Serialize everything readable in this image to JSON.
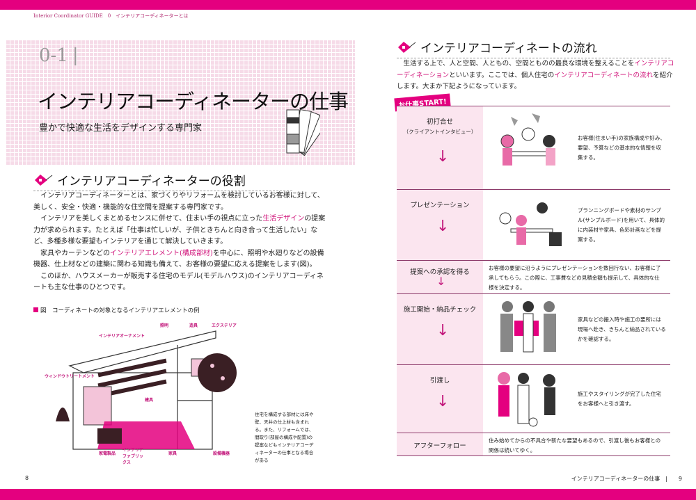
{
  "header": {
    "running_head": "Interior Coordinator GUIDE　0　インテリアコーディネーターとは"
  },
  "hero": {
    "number": "0-1",
    "divider": "|",
    "title": "インテリアコーディネーターの仕事",
    "subtitle": "豊かで快適な生活をデザインする専門家"
  },
  "left": {
    "section_title": "インテリアコーディネーターの役割",
    "paragraphs": [
      {
        "pre": "インテリアコーディネーターとは、家づくりやリフォームを検討しているお客様に対して、美しく、安全・快適・機能的な住空間を提案する専門家です。",
        "hl": "",
        "post": ""
      },
      {
        "pre": "インテリアを美しくまとめるセンスに併せて、住まい手の視点に立った",
        "hl": "生活デザイン",
        "post": "の提案力が求められます。たとえば「仕事は忙しいが、子供ときちんと向き合って生活したい」など、多種多様な要望もインテリアを通じて解決していきます。"
      },
      {
        "pre": "家具やカーテンなどの",
        "hl": "インテリアエレメント(構成部材)",
        "post": "を中心に、照明や水廻りなどの設備機器、仕上材などの建築に関わる知識も備えて、お客様の要望に応える提案をします(図)。"
      },
      {
        "pre": "このほか、ハウスメーカーが販売する住宅のモデル(モデルハウス)のインテリアコーディネートも主な仕事のひとつです。",
        "hl": "",
        "post": ""
      }
    ],
    "figure_caption": "図　コーディネートの対象となるインテリアエレメントの例",
    "figure_labels": {
      "lighting": "照明",
      "fixture": "造具",
      "exterior": "エクステリア",
      "ornament": "インテリアオーナメント",
      "window": "ウィンドウトリートメント",
      "furniture1": "建具",
      "appliance": "家電製品",
      "fabric": "インテリアファブリックス",
      "furniture2": "家具",
      "equipment": "設備機器"
    },
    "figure_note": "住宅を構成する部材には床や壁、天井の仕上材も含まれる。また、リフォームでは、間取り(部屋の構成や配置)の提案などもインテリアコーディネーターの仕事となる場合がある",
    "page_number": "8"
  },
  "right": {
    "section_title": "インテリアコーディネートの流れ",
    "intro": {
      "p1": "生活する上で、人と空間、人ともの、空間とものの最良な環境を整えることを",
      "h1": "インテリアコーディネーション",
      "p2": "といいます。ここでは、個人住宅の",
      "h2": "インテリアコーディネートの流れ",
      "p3": "を紹介します。大まか下記ようになっています。"
    },
    "start_badge": "お仕事START!",
    "steps": [
      {
        "title": "初打合せ",
        "sub": "（クライアントインタビュー）",
        "desc": "お客様(住まい手)の家族構成や好み、要望、予算などの基本的な情報を収集する。"
      },
      {
        "title": "プレゼンテーション",
        "sub": "",
        "desc": "プランニングボードや素材のサンプル(サンプルボード)を用いて、具体的に内装材や家具、色彩計画などを提案する。"
      },
      {
        "title": "提案への承認を得る",
        "sub": "",
        "desc": "お客様の要望に沿うようにプレゼンテーションを数回行ない、お客様に了承してもらう。この際に、工事費などの見積金額も提示して、具体的な仕様を決定する。"
      },
      {
        "title": "施工開始・納品チェック",
        "sub": "",
        "desc": "家具などの搬入時や施工の要所には現場へ赴き、きちんと納品されているかを確認する。"
      },
      {
        "title": "引渡し",
        "sub": "",
        "desc": "施工やスタイリングが完了した住宅をお客様へと引き渡す。"
      },
      {
        "title": "アフターフォロー",
        "sub": "",
        "desc": "住み始めてからの不具合や新たな要望もあるので、引渡し後もお客様との関係は続いてゆく。"
      }
    ],
    "arrow": "↓",
    "footer_title": "インテリアコーディネーターの仕事",
    "page_number": "9"
  },
  "colors": {
    "accent": "#e4007f",
    "grid_pink": "#f6dbe8",
    "step_bg": "#fbe5ef"
  }
}
